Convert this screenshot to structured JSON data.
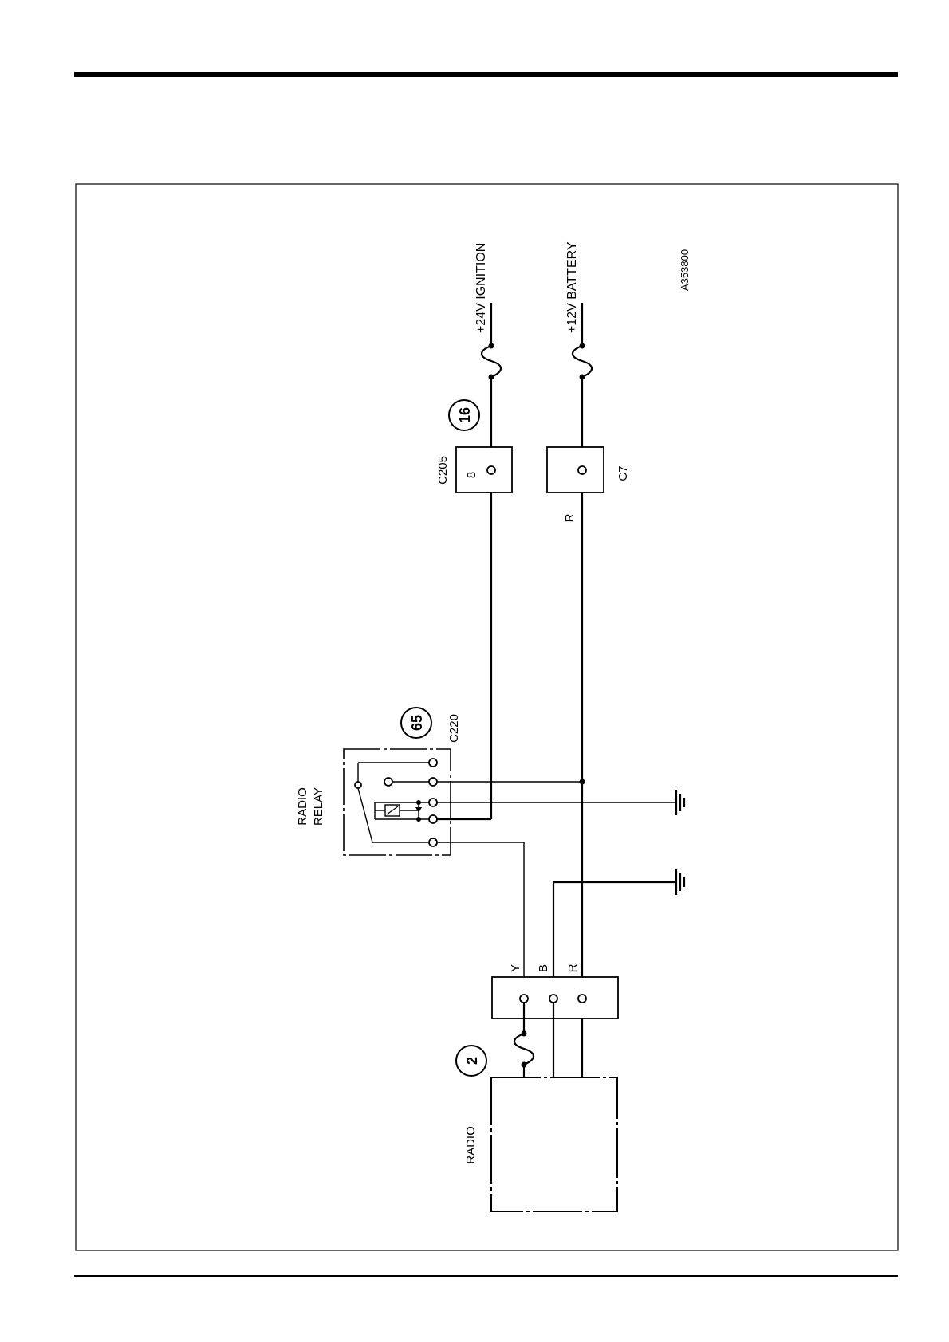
{
  "figure_id": "A353800",
  "supplies": {
    "ignition": "+24V IGNITION",
    "battery": "+12V BATTERY"
  },
  "components": {
    "radio": "RADIO",
    "radio_relay_line1": "RADIO",
    "radio_relay_line2": "RELAY"
  },
  "connectors": {
    "c205": "C205",
    "c205_pin": "8",
    "c7": "C7",
    "c220": "C220"
  },
  "fuses": {
    "ignition_fuse": "16",
    "relay_fuse": "65",
    "radio_fuse": "2"
  },
  "wire_colors": {
    "battery_feed": "R",
    "radio_connector": [
      "Y",
      "B",
      "R"
    ]
  }
}
